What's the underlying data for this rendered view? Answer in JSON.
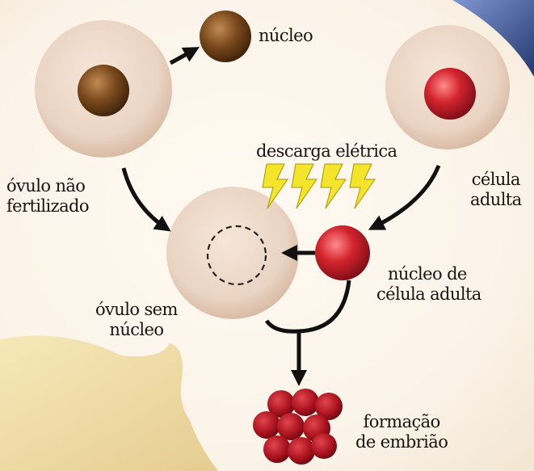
{
  "labels": {
    "nucleus": "núcleo",
    "electric_discharge": "descarga elétrica",
    "unfertilized_egg": [
      "óvulo não",
      "fertilizado"
    ],
    "adult_cell": [
      "célula",
      "adulta"
    ],
    "adult_cell_nucleus": [
      "núcleo de",
      "célula adulta"
    ],
    "enucleated_egg": [
      "óvulo sem",
      "núcleo"
    ],
    "embryo_formation": [
      "formação",
      "de embrião"
    ]
  },
  "colors": {
    "background": "#fbf4ea",
    "cell_cytoplasm": "#ead3c1",
    "egg_nucleus": "#7a4a1f",
    "adult_nucleus": "#c8202c",
    "lightning": "#f2e52a",
    "arrow": "#111111"
  }
}
